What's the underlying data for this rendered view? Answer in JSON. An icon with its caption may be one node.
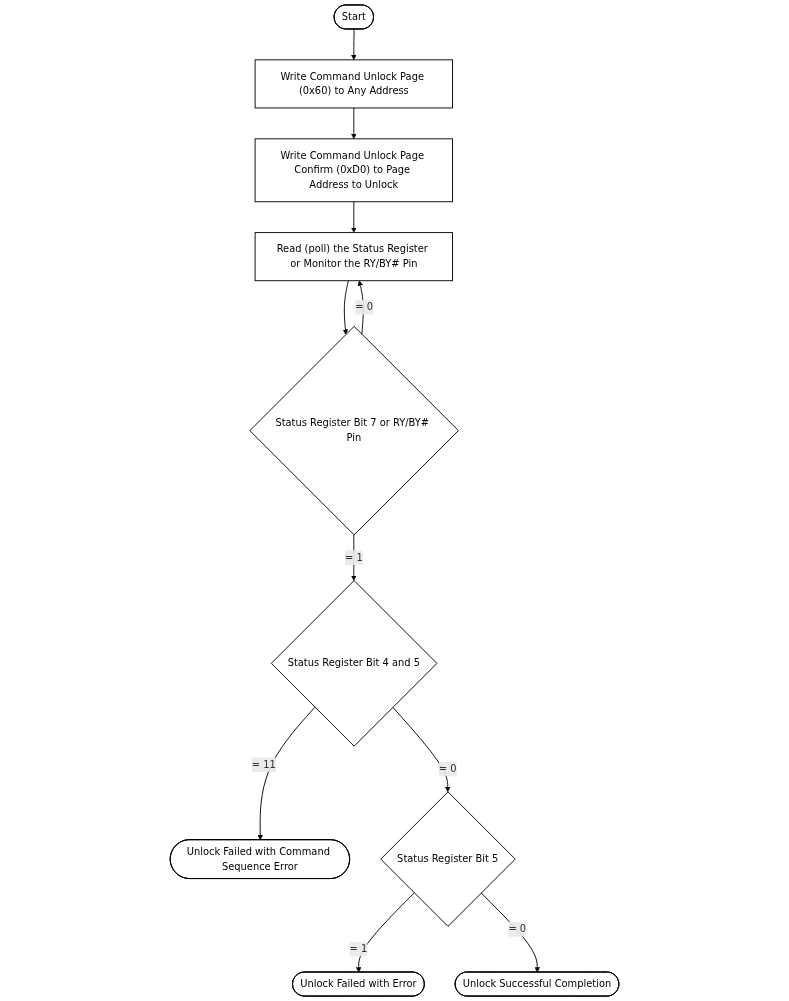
{
  "diagram": {
    "nodes": [
      {
        "text": [
          "Start"
        ]
      },
      {
        "text": [
          "Write Command Unlock Page (0x60) to Any Address"
        ]
      },
      {
        "text": [
          "Write Command Unlock Page Confirm (0xD0) to Page Address to Unlock"
        ]
      },
      {
        "text": [
          "Read (poll) the Status Register or Monitor the RY/BY# Pin"
        ]
      },
      {
        "text": [
          "Status Register Bit 7 or RY/BY# Pin"
        ]
      },
      {
        "text": [
          "Status Register Bit 4 and 5"
        ]
      },
      {
        "text": [
          "Unlock Failed with Command Sequence Error"
        ]
      },
      {
        "text": [
          "Status Register Bit 5"
        ]
      },
      {
        "text": [
          "Unlock Failed with Error"
        ]
      },
      {
        "text": [
          "Unlock Successful Completion"
        ]
      }
    ],
    "edges": [
      {
        "from": 0,
        "to": 1,
        "arrow": "to"
      },
      {
        "from": 1,
        "to": 2,
        "arrow": "to"
      },
      {
        "from": 2,
        "to": 3,
        "arrow": "to"
      },
      {
        "from": 3,
        "to": 4,
        "arrow": "to"
      },
      {
        "from": 4,
        "to": 3,
        "label": "= 0",
        "arrow": "to"
      },
      {
        "from": 4,
        "to": 5,
        "label": "= 1",
        "arrow": "to"
      },
      {
        "from": 5,
        "to": 6,
        "label": "= 11",
        "arrow": "to"
      },
      {
        "from": 5,
        "to": 7,
        "label": "= 0",
        "arrow": "to"
      },
      {
        "from": 7,
        "to": 8,
        "label": "= 1",
        "arrow": "to"
      },
      {
        "from": 7,
        "to": 9,
        "label": "= 0",
        "arrow": "to"
      }
    ]
  }
}
